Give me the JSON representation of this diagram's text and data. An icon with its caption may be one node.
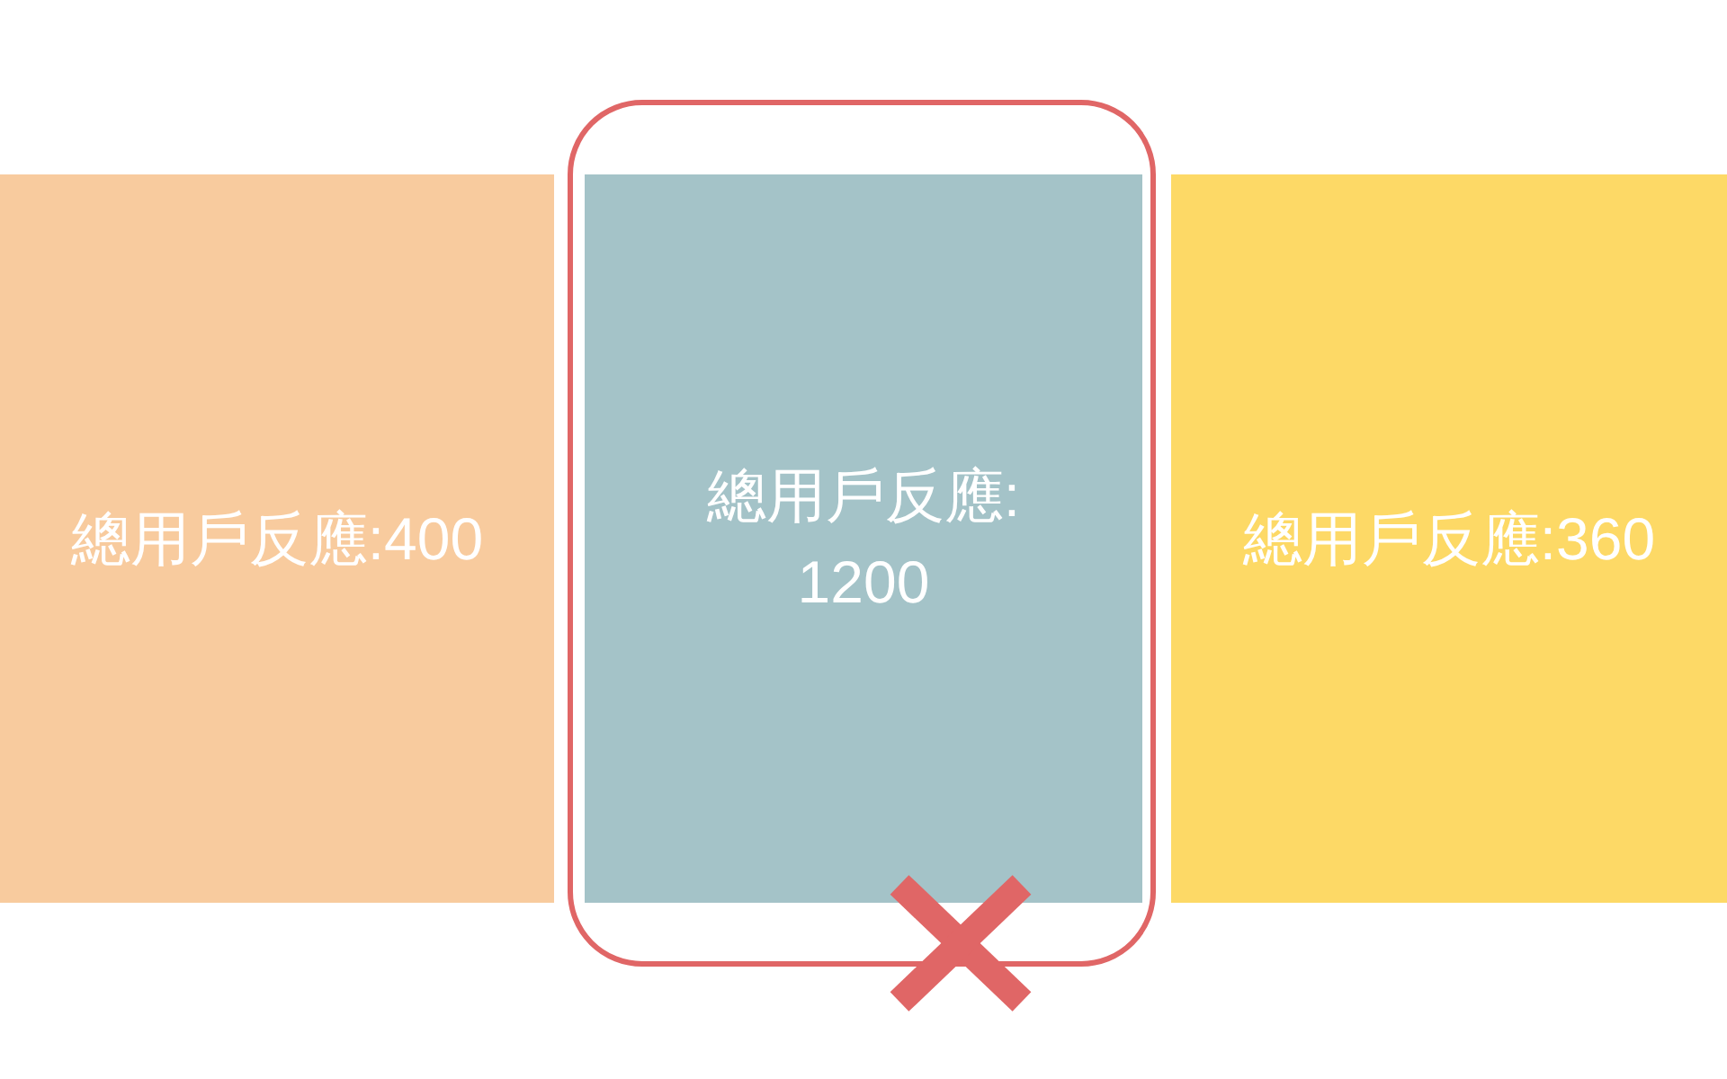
{
  "diagram": {
    "nodes": [
      {
        "text": [
          "總用戶反應:400"
        ]
      },
      {
        "text": [
          "總用戶反應:1200"
        ]
      },
      {
        "text": [
          "總用戶反應:360"
        ]
      }
    ]
  }
}
